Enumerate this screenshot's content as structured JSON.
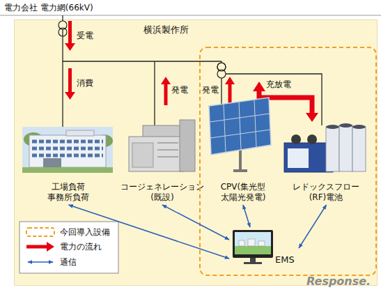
{
  "diagram": {
    "nodes": [
      {
        "text": [
          "横浜製作所"
        ]
      },
      {
        "text": [
          "工場負荷 事務所負荷"
        ],
        "in": 0
      },
      {
        "text": [
          "コージェネレーション (既設)"
        ],
        "in": 0
      },
      {
        "text": [
          "CPV(集光型 太陽光発電)"
        ],
        "in": 0
      },
      {
        "text": [
          "レドックスフロー (RF)電池"
        ],
        "in": 0
      },
      {
        "text": [
          "EMS"
        ],
        "in": 0
      }
    ],
    "edges": [
      {
        "from": 1,
        "to": 5,
        "arrow": "both"
      },
      {
        "from": 2,
        "to": 5,
        "arrow": "both"
      },
      {
        "from": 3,
        "to": 5,
        "arrow": "both"
      },
      {
        "from": 4,
        "to": 5,
        "arrow": "both"
      }
    ],
    "labels": [
      "電力会社 電力網(66kV)",
      "受電",
      "消費",
      "発電",
      "発電",
      "充放電",
      "Response."
    ],
    "legend": [
      {
        "text": "今回導入設備"
      },
      {
        "text": "電力の流れ"
      },
      {
        "text": "通信"
      }
    ]
  }
}
